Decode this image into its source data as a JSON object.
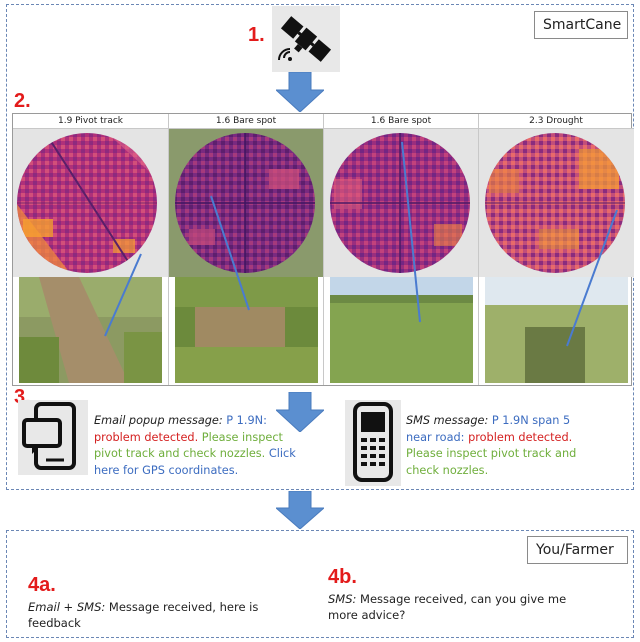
{
  "smartcane": {
    "tag": "SmartCane",
    "steps": {
      "s1": "1.",
      "s2": "2.",
      "s3": "3."
    }
  },
  "farmer": {
    "tag": "You/Farmer",
    "steps": {
      "s4a": "4a.",
      "s4b": "4b."
    }
  },
  "panels": [
    {
      "title": "1.9 Pivot track"
    },
    {
      "title": "1.6 Bare spot"
    },
    {
      "title": "1.6 Bare spot"
    },
    {
      "title": "2.3 Drought"
    }
  ],
  "email": {
    "type_label": "Email popup message:",
    "id_text": " P 1.9N:",
    "alert": "problem detected.",
    "action": " Please inspect pivot track and check nozzles.",
    "link": "Click here for GPS coordinates."
  },
  "sms": {
    "type_label": "SMS message:",
    "id_text": " P 1.9N span 5 near road:",
    "alert": " problem detected.",
    "action": " Please inspect pivot track and check nozzles."
  },
  "feedback_a": {
    "type_label": "Email + SMS:",
    "text": " Message received, here is feedback"
  },
  "feedback_b": {
    "type_label": "SMS:",
    "text": " Message received, can you  give me more advice?"
  },
  "colors": {
    "border_dash": "#6b87b5",
    "arrow": "#5b8fd0",
    "step_red": "#e31b1b",
    "link_blue": "#3c6cc0",
    "alert_red": "#d41f1f",
    "action_green": "#6fae3c"
  },
  "icons": [
    "satellite-icon",
    "mobile-app-icon",
    "cell-phone-icon"
  ]
}
